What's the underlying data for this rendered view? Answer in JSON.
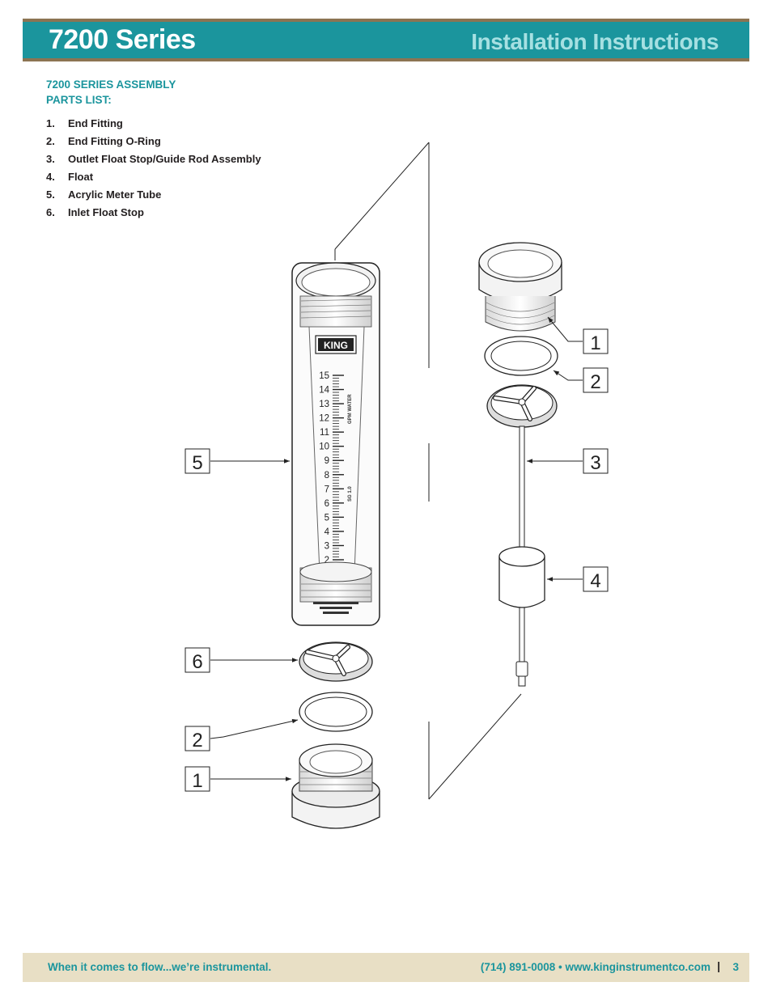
{
  "header": {
    "title": "7200 Series",
    "subtitle": "Installation Instructions"
  },
  "parts_list": {
    "title_line1": "7200 SERIES ASSEMBLY",
    "title_line2": "PARTS LIST:",
    "items": [
      {
        "num": "1.",
        "label": "End Fitting"
      },
      {
        "num": "2.",
        "label": "End Fitting O-Ring"
      },
      {
        "num": "3.",
        "label": "Outlet Float Stop/Guide Rod Assembly"
      },
      {
        "num": "4.",
        "label": "Float"
      },
      {
        "num": "5.",
        "label": "Acrylic Meter Tube"
      },
      {
        "num": "6.",
        "label": "Inlet Float Stop"
      }
    ]
  },
  "diagram": {
    "callouts_left": [
      "5",
      "6",
      "2",
      "1"
    ],
    "callouts_right": [
      "1",
      "2",
      "3",
      "4"
    ],
    "scale_labels": [
      "15",
      "14",
      "13",
      "12",
      "11",
      "10",
      "9",
      "8",
      "7",
      "6",
      "5",
      "4",
      "3",
      "2"
    ],
    "logo_text": "KING"
  },
  "footer": {
    "tagline": "When it comes to flow...we’re instrumental.",
    "contact": "(714) 891-0008 • www.kinginstrumentco.com",
    "separator": "|",
    "page": "3"
  }
}
